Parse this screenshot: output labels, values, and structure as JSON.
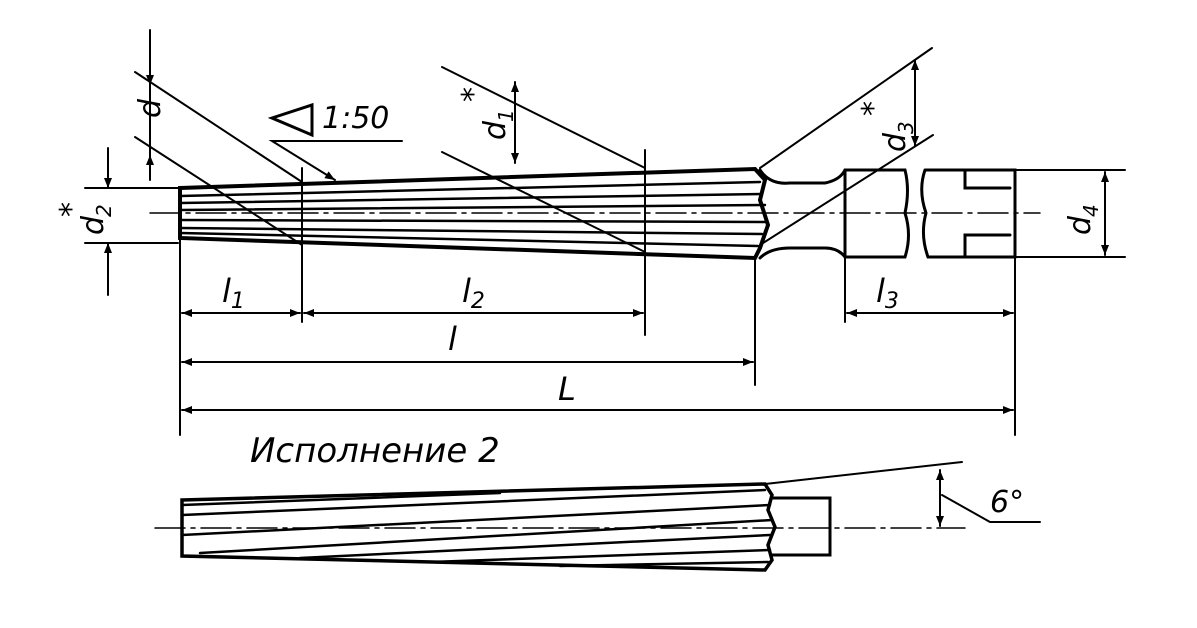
{
  "drawing": {
    "title": "Исполнение 2",
    "taper": "1:50",
    "angle": "6°",
    "labels": {
      "d": "d",
      "d1": "d",
      "d1_sub": "1",
      "d2": "d",
      "d2_sub": "2",
      "d3": "d",
      "d3_sub": "3",
      "d4": "d",
      "d4_sub": "4",
      "star": "*",
      "l": "l",
      "l1": "l",
      "l1_sub": "1",
      "l2": "l",
      "l2_sub": "2",
      "l3": "l",
      "l3_sub": "3",
      "L": "L"
    },
    "colors": {
      "ink": "#000000",
      "paper": "#ffffff"
    }
  }
}
